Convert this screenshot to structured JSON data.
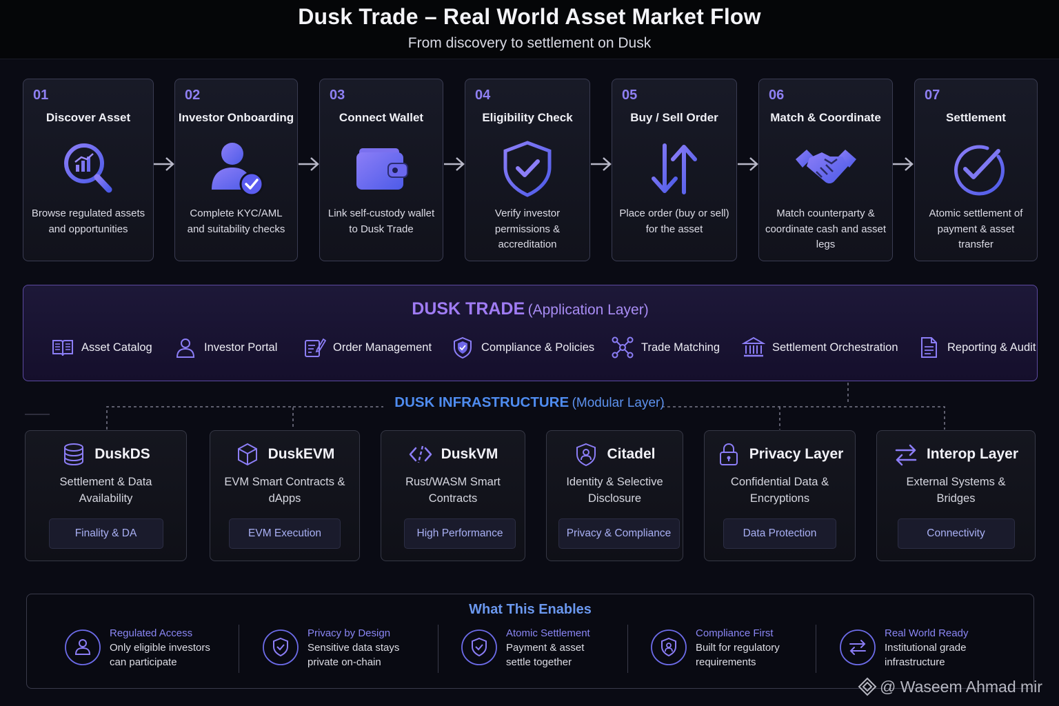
{
  "header": {
    "title": "Dusk Trade – Real World Asset Market Flow",
    "subtitle": "From discovery to settlement on Dusk"
  },
  "steps": [
    {
      "num": "01",
      "title": "Discover Asset",
      "desc": "Browse regulated assets and opportunities",
      "icon": "search-chart-icon"
    },
    {
      "num": "02",
      "title": "Investor Onboarding",
      "desc": "Complete KYC/AML and suitability checks",
      "icon": "user-check-icon"
    },
    {
      "num": "03",
      "title": "Connect Wallet",
      "desc": "Link self-custody wallet to Dusk Trade",
      "icon": "wallet-icon"
    },
    {
      "num": "04",
      "title": "Eligibility Check",
      "desc": "Verify investor permissions & accreditation",
      "icon": "shield-check-icon"
    },
    {
      "num": "05",
      "title": "Buy / Sell Order",
      "desc": "Place order (buy or sell) for the asset",
      "icon": "up-down-arrows-icon"
    },
    {
      "num": "06",
      "title": "Match & Coordinate",
      "desc": "Match counterparty & coordinate cash and asset legs",
      "icon": "handshake-icon"
    },
    {
      "num": "07",
      "title": "Settlement",
      "desc": "Atomic settlement of payment & asset transfer",
      "icon": "check-circle-icon"
    }
  ],
  "app_layer": {
    "title": "DUSK TRADE",
    "subtitle": "(Application Layer)",
    "items": [
      {
        "label": "Asset Catalog",
        "icon": "book-icon"
      },
      {
        "label": "Investor Portal",
        "icon": "user-icon"
      },
      {
        "label": "Order Management",
        "icon": "order-edit-icon"
      },
      {
        "label": "Compliance & Policies",
        "icon": "shield-icon"
      },
      {
        "label": "Trade Matching",
        "icon": "network-icon"
      },
      {
        "label": "Settlement Orchestration",
        "icon": "bank-icon"
      },
      {
        "label": "Reporting & Audit",
        "icon": "document-icon"
      }
    ]
  },
  "infrastructure": {
    "title": "DUSK INFRASTRUCTURE",
    "subtitle": "(Modular Layer)",
    "modules": [
      {
        "name": "DuskDS",
        "desc": "Settlement & Data Availability",
        "badge": "Finality & DA",
        "icon": "database-icon"
      },
      {
        "name": "DuskEVM",
        "desc": "EVM Smart Contracts & dApps",
        "badge": "EVM Execution",
        "icon": "cube-icon"
      },
      {
        "name": "DuskVM",
        "desc": "Rust/WASM Smart Contracts",
        "badge": "High Performance",
        "icon": "code-icon"
      },
      {
        "name": "Citadel",
        "desc": "Identity & Selective Disclosure",
        "badge": "Privacy & Compliance",
        "icon": "shield-user-icon"
      },
      {
        "name": "Privacy Layer",
        "desc": "Confidential Data & Encryptions",
        "badge": "Data Protection",
        "icon": "lock-icon"
      },
      {
        "name": "Interop Layer",
        "desc": "External Systems & Bridges",
        "badge": "Connectivity",
        "icon": "swap-arrows-icon"
      }
    ]
  },
  "enables": {
    "title": "What This Enables",
    "items": [
      {
        "title": "Regulated Access",
        "desc1": "Only eligible investors",
        "desc2": "can participate",
        "icon": "user-circle-icon"
      },
      {
        "title": "Privacy by Design",
        "desc1": "Sensitive data stays",
        "desc2": "private on-chain",
        "icon": "shield-circle-icon"
      },
      {
        "title": "Atomic Settlement",
        "desc1": "Payment & asset",
        "desc2": "settle together",
        "icon": "shield-check-circle-icon"
      },
      {
        "title": "Compliance First",
        "desc1": "Built for regulatory",
        "desc2": "requirements",
        "icon": "shield-user-circle-icon"
      },
      {
        "title": "Real World Ready",
        "desc1": "Institutional grade",
        "desc2": "infrastructure",
        "icon": "swap-circle-icon"
      }
    ]
  },
  "watermark": "@ Waseem Ahmad mir",
  "colors": {
    "background": "#0a0b14",
    "accent_purple": "#8f80f3",
    "icon_blue": "#6e6cf0",
    "infra_blue": "#4f8cf0",
    "app_purple": "#a07cf4"
  }
}
